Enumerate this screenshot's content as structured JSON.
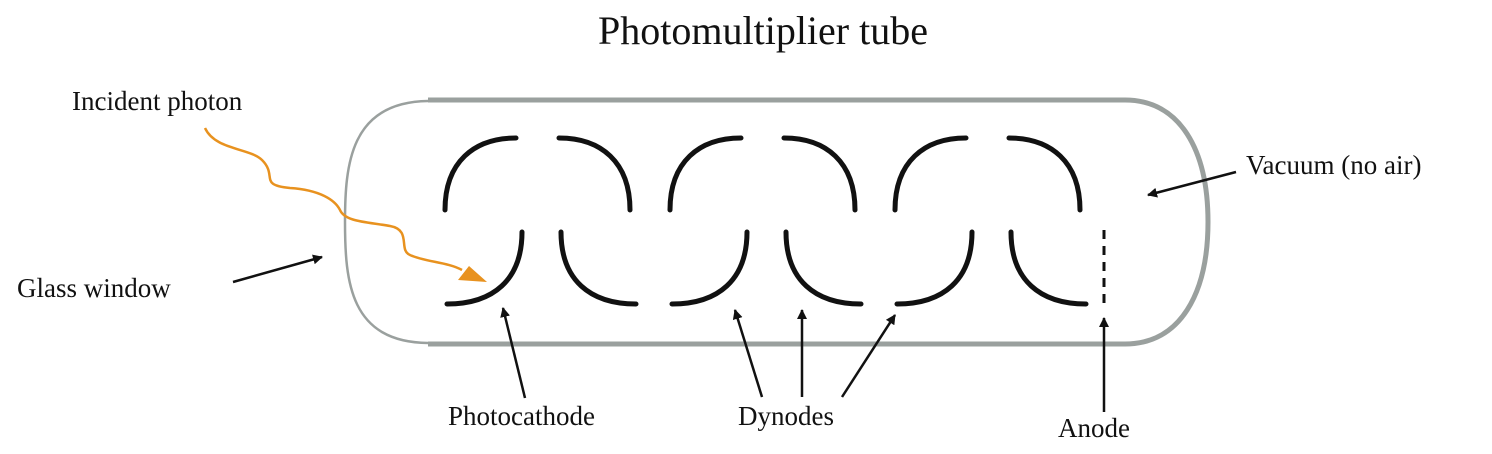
{
  "title": "Photomultiplier tube",
  "labels": {
    "incident_photon": "Incident photon",
    "glass_window": "Glass window",
    "vacuum": "Vacuum (no air)",
    "photocathode": "Photocathode",
    "dynodes": "Dynodes",
    "anode": "Anode"
  },
  "colors": {
    "tube_outline": "#9aa09e",
    "electrode": "#111111",
    "photon": "#e8921f",
    "arrow": "#111111"
  }
}
